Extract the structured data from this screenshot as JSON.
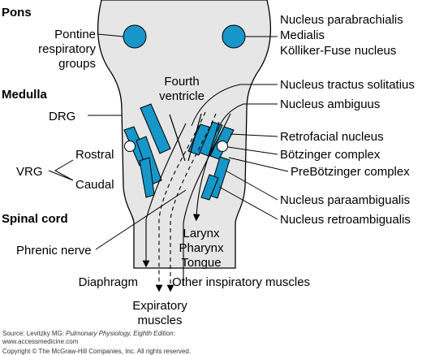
{
  "colors": {
    "nucleus_fill": "#1796c9",
    "outline": "#000000",
    "brainstem": "#e6e6e6"
  },
  "sections": {
    "pons": "Pons",
    "medulla": "Medulla",
    "spinal_cord": "Spinal cord"
  },
  "left_labels": {
    "pontine_1": "Pontine",
    "pontine_2": "respiratory",
    "pontine_3": "groups",
    "drg": "DRG",
    "vrg": "VRG",
    "rostral": "Rostral",
    "caudal": "Caudal",
    "phrenic": "Phrenic nerve"
  },
  "center_labels": {
    "fourth_1": "Fourth",
    "fourth_2": "ventricle",
    "larynx": "Larynx",
    "pharynx": "Pharynx",
    "tongue": "Tongue",
    "diaphragm": "Diaphragm",
    "other_insp": "Other inspiratory muscles",
    "expiratory_1": "Expiratory",
    "expiratory_2": "muscles"
  },
  "right_labels": {
    "parabrachialis": "Nucleus parabrachialis",
    "medialis": "Medialis",
    "kolliker": "Kölliker-Fuse nucleus",
    "tractus": "Nucleus tractus solitatius",
    "ambiguus": "Nucleus ambiguus",
    "retrofacial": "Retrofacial nucleus",
    "botzinger": "Bötzinger complex",
    "prebotzinger": "PreBötzinger complex",
    "paraambigualis": "Nucleus paraambigualis",
    "retroambigualis": "Nucleus retroambigualis"
  },
  "source": {
    "prefix": "Source: Levitzky MG: ",
    "book": "Pulmonary Physiology, Eighth Edition",
    "suffix": ":",
    "url": "www.accessmedicine.com",
    "copyright": "Copyright © The McGraw-Hill Companies, Inc. All rights reserved."
  }
}
